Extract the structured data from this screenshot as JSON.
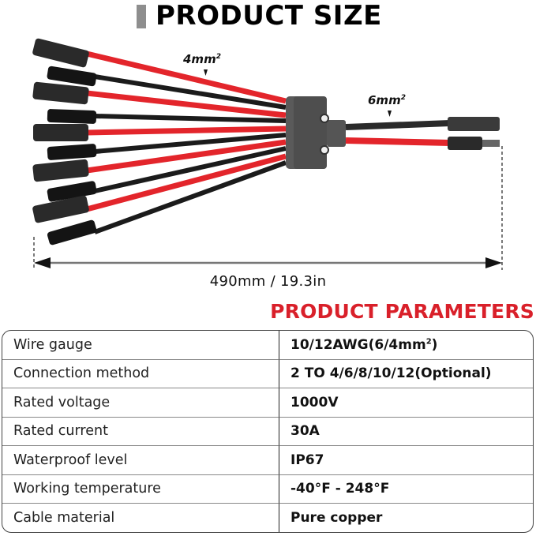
{
  "header": {
    "title": "PRODUCT SIZE"
  },
  "diagram": {
    "input_gauge": "4mm",
    "input_gauge_sup": "2",
    "output_gauge": "6mm",
    "output_gauge_sup": "2",
    "length_label": "490mm / 19.3in",
    "colors": {
      "red_wire": "#e3252b",
      "black_wire": "#1b1b1b",
      "hub": "#555555"
    }
  },
  "parameters": {
    "title": "PRODUCT PARAMETERS",
    "title_color": "#d9202a",
    "rows": [
      {
        "label": "Wire gauge",
        "value": "10/12AWG(6/4mm",
        "value_sup": "2",
        "value_tail": ")"
      },
      {
        "label": "Connection method",
        "value": "2 TO 4/6/8/10/12(Optional)"
      },
      {
        "label": "Rated voltage",
        "value": "1000V"
      },
      {
        "label": "Rated current",
        "value": "30A"
      },
      {
        "label": "Waterproof level",
        "value": "IP67"
      },
      {
        "label": "Working temperature",
        "value": "-40°F - 248°F"
      },
      {
        "label": "Cable material",
        "value": "Pure copper"
      }
    ]
  }
}
